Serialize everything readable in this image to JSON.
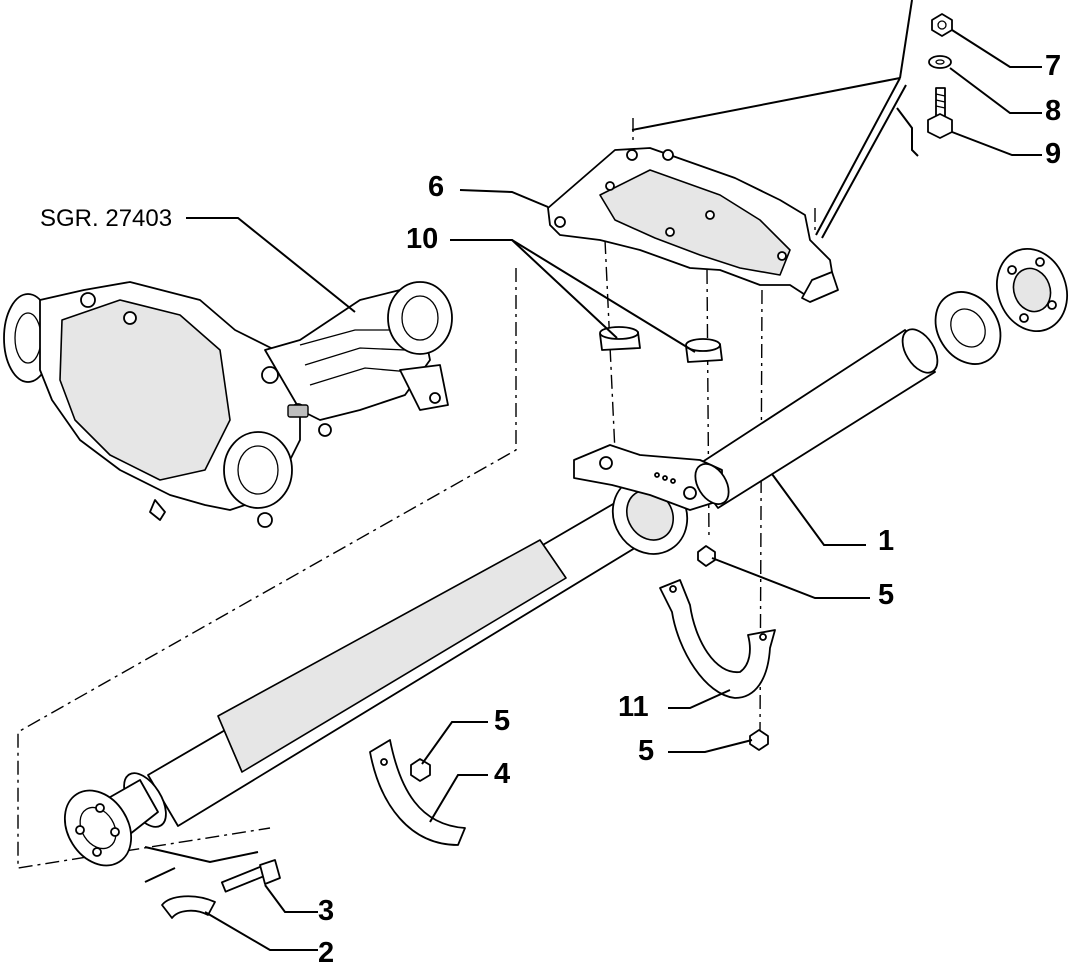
{
  "diagram": {
    "reference": "SGR. 27403",
    "callouts": [
      {
        "id": "c1",
        "number": "1"
      },
      {
        "id": "c2",
        "number": "2"
      },
      {
        "id": "c3",
        "number": "3"
      },
      {
        "id": "c4",
        "number": "4"
      },
      {
        "id": "c5a",
        "number": "5"
      },
      {
        "id": "c5b",
        "number": "5"
      },
      {
        "id": "c5c",
        "number": "5"
      },
      {
        "id": "c6",
        "number": "6"
      },
      {
        "id": "c7",
        "number": "7"
      },
      {
        "id": "c8",
        "number": "8"
      },
      {
        "id": "c9",
        "number": "9"
      },
      {
        "id": "c10",
        "number": "10"
      },
      {
        "id": "c11",
        "number": "11"
      }
    ]
  }
}
